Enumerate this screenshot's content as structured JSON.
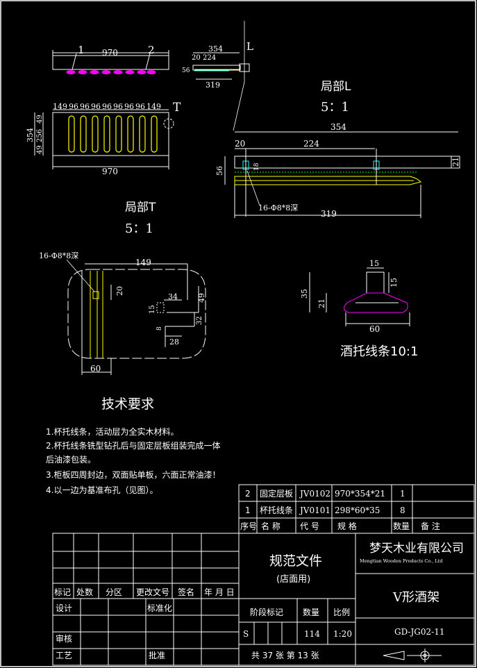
{
  "top_view": {
    "label_1": "1",
    "label_2": "2",
    "length": "970",
    "detail_tag": "T",
    "spacing": [
      "149",
      "96",
      "96",
      "96",
      "96",
      "96",
      "96",
      "96",
      "149"
    ],
    "left_dims": [
      "354",
      "49",
      "256",
      "49"
    ],
    "bottom_len": "970"
  },
  "side_view": {
    "dim_354": "354",
    "dim_20": "20",
    "dim_224": "224",
    "dim_319": "319",
    "dim_56": "56",
    "tag_L": "L"
  },
  "detail_L": {
    "title": "局部L",
    "scale": "5：1",
    "dim_354": "354",
    "dim_20": "20",
    "dim_224": "224",
    "dim_56": "56",
    "dim_21": "21",
    "dim_18": "18",
    "hole_note": "16-Φ8*8深",
    "dim_319": "319"
  },
  "detail_T": {
    "title": "局部T",
    "scale": "5：1",
    "hole_note": "16-Φ8*8深",
    "dim_149": "149",
    "dim_20": "20",
    "dim_34": "34",
    "dim_49": "49",
    "dim_15": "15",
    "dim_32": "32",
    "dim_8": "8",
    "dim_28": "28",
    "dim_60": "60"
  },
  "profile": {
    "title": "酒托线条10:1",
    "dim_15_top": "15",
    "dim_15_right": "15",
    "dim_35": "35",
    "dim_21": "21",
    "dim_60": "60"
  },
  "tech": {
    "heading": "技术要求",
    "lines": [
      "1.杯托线条，活动层为全实木材料。",
      "2.杯托线条铣型钻孔后与固定层板组装完成一体",
      "后油漆包装。",
      "3.柜板四周封边，双面贴单板，六面正常油漆！",
      "4.以一边为基准布孔（见图）。"
    ]
  },
  "bom": {
    "rows": [
      [
        "2",
        "固定层板",
        "JV0102",
        "970*354*21",
        "1",
        ""
      ],
      [
        "1",
        "杯托线条",
        "JV0101",
        "298*60*35",
        "8",
        ""
      ]
    ],
    "header": [
      "序号",
      "名 称",
      "代 号",
      "规  格",
      "数量",
      "备  注"
    ]
  },
  "title_block": {
    "doc_type": "规范文件",
    "doc_sub": "(店面用)",
    "company": "梦天木业有限公司",
    "company_en": "Mengtian Wooden Products Co., Ltd",
    "product": "V形酒架",
    "drawing_no": "GD-JG02-11",
    "rev_labels": [
      "标记",
      "处数",
      "分区",
      "更改文号",
      "签名",
      "年 月 日"
    ],
    "design": "设计",
    "standard": "标准化",
    "review": "审核",
    "process": "工艺",
    "approve": "批准",
    "stage_label": "阶段标记",
    "qty_label": "数量",
    "scale_label": "比例",
    "stage": "S",
    "qty": "114",
    "scale": "1:20",
    "sheets": "共 37 张   第 13 张"
  },
  "colors": {
    "line": "#ffffff",
    "accent_yellow": "#ffff00",
    "accent_magenta": "#ff00ff",
    "accent_cyan": "#00ffff",
    "accent_green": "#00ff00"
  }
}
